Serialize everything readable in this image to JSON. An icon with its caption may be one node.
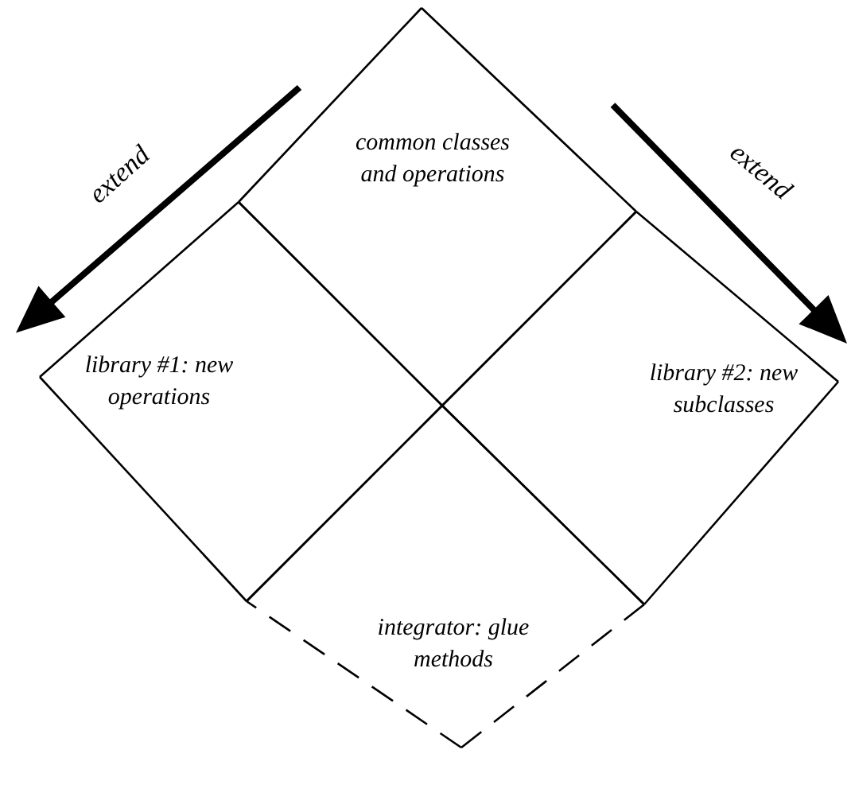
{
  "diagram": {
    "nodes": [
      {
        "text": [
          "common classes and operations"
        ]
      },
      {
        "text": [
          "library #1: new operations"
        ]
      },
      {
        "text": [
          "library #2: new subclasses"
        ]
      },
      {
        "text": [
          "integrator: glue methods"
        ]
      }
    ],
    "edges": [
      {
        "from": 0,
        "to": 1,
        "arrow": "to",
        "label": "extend",
        "style": "thick"
      },
      {
        "from": 0,
        "to": 2,
        "arrow": "to",
        "label": "extend",
        "style": "thick"
      }
    ]
  }
}
